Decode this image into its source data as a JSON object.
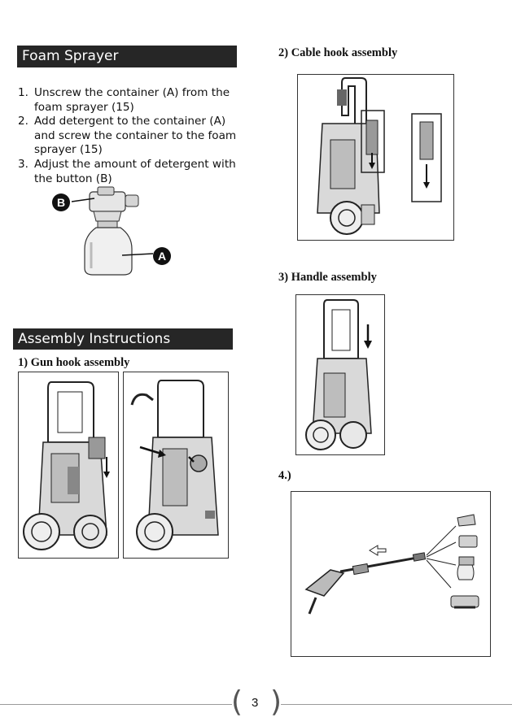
{
  "left": {
    "foam_title": "Foam Sprayer",
    "steps": [
      {
        "num": "1.",
        "text": "Unscrew the container (A) from the foam sprayer (15)"
      },
      {
        "num": "2.",
        "text": "Add detergent to the container (A) and screw the container to the foam sprayer (15)"
      },
      {
        "num": "3.",
        "text": "Adjust the amount of detergent with the button (B)"
      }
    ],
    "callout_b": "B",
    "callout_a": "A",
    "assembly_title": "Assembly Instructions",
    "gun_hook_heading": "1) Gun hook assembly"
  },
  "right": {
    "cable_hook_heading": "2) Cable hook assembly",
    "handle_heading": "3) Handle assembly",
    "step4_heading": "4.)"
  },
  "footer": {
    "page_number": "3"
  }
}
